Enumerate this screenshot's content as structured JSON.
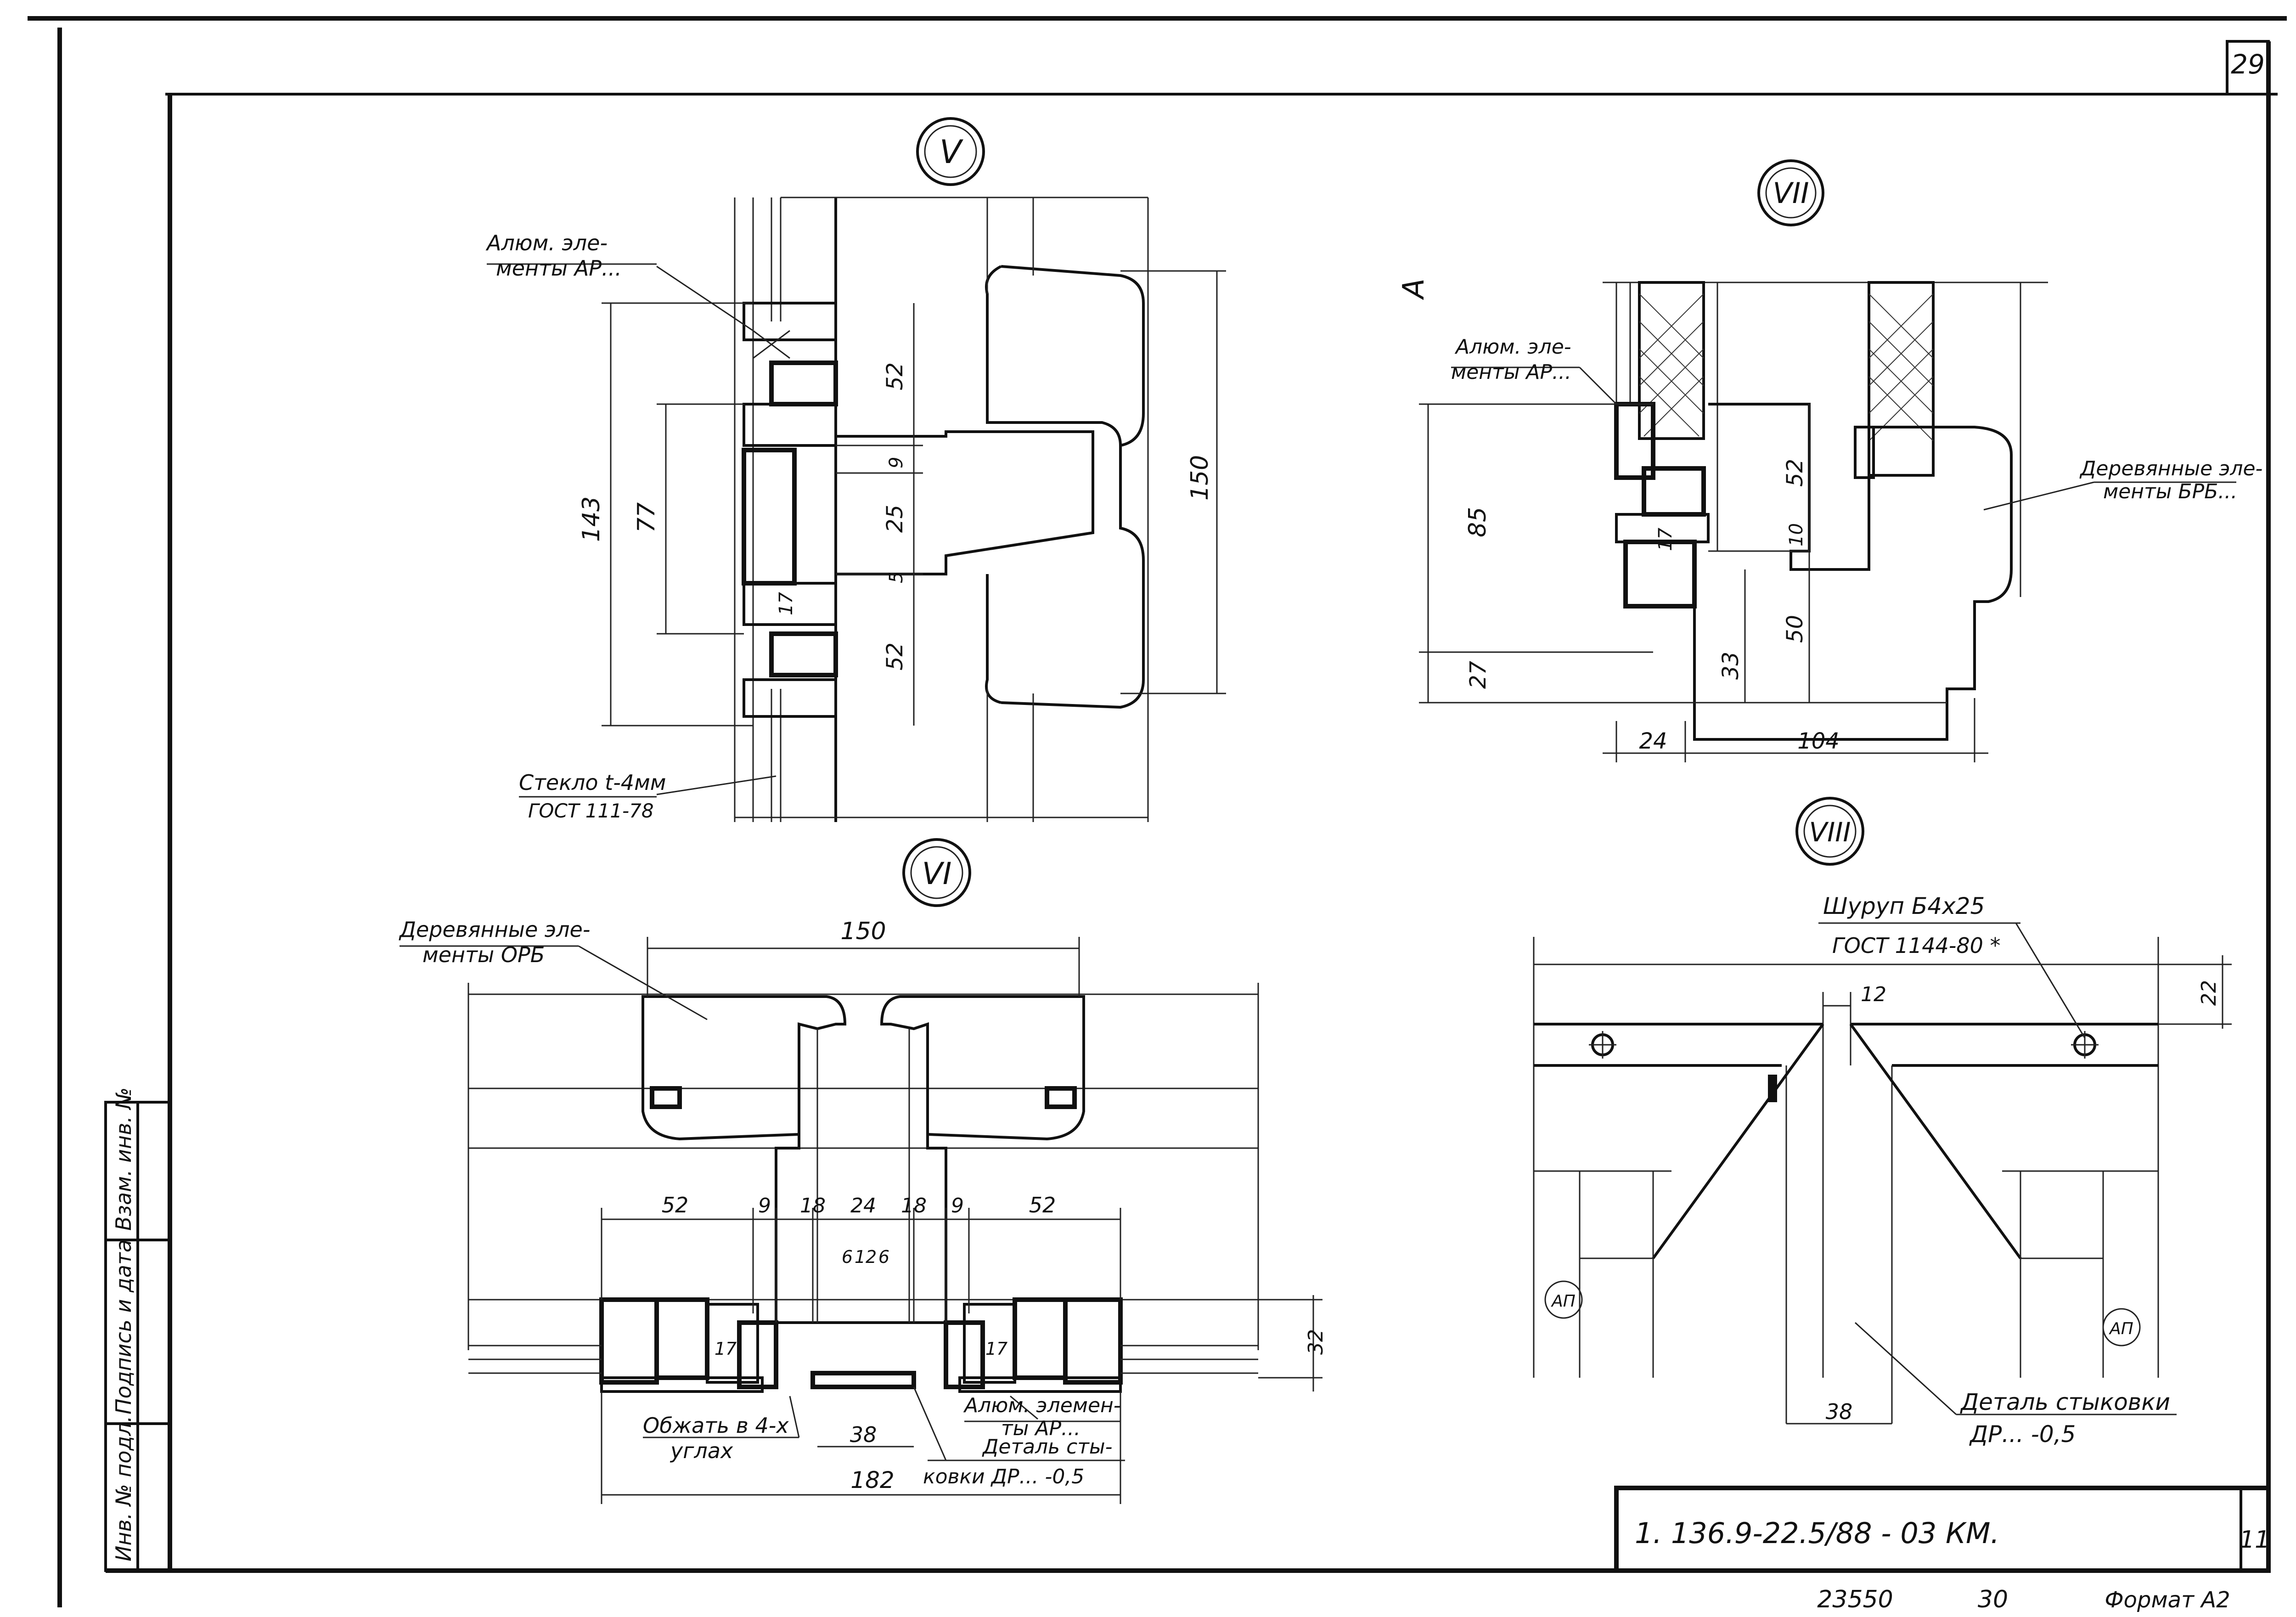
{
  "sheet": {
    "page_number": "29",
    "stamp_code": "1. 136.9-22.5/88 - 03 КМ.",
    "stamp_sheet": "11",
    "bottom_numbers": [
      "23550",
      "30"
    ],
    "bottom_format": "Формат А2",
    "margin_boxes": [
      "Взам. инв. №",
      "Подпись и дата",
      "Инв. № подл."
    ]
  },
  "views": {
    "v5": {
      "mark": "V",
      "label_alu": [
        "Алюм. эле-",
        "менты АР..."
      ],
      "label_glass": [
        "Стекло t-4мм",
        "ГОСТ 111-78"
      ],
      "dims": [
        "52",
        "9",
        "25",
        "5",
        "52",
        "143",
        "77",
        "150",
        "17"
      ]
    },
    "v6": {
      "mark": "VI",
      "label_wood": [
        "Деревянные эле-",
        "менты ОРБ"
      ],
      "label_corner": [
        "Обжать в 4-х",
        "углах"
      ],
      "label_alu": [
        "Алюм. элемен-",
        "ты АР..."
      ],
      "label_joint": [
        "Деталь сты-",
        "ковки ДР... -0,5"
      ],
      "dims_top": [
        "52",
        "9",
        "18",
        "24",
        "18",
        "9",
        "52"
      ],
      "dims_small": [
        "6",
        "12",
        "6"
      ],
      "dims": [
        "150",
        "32",
        "17",
        "17",
        "38",
        "182"
      ]
    },
    "v7": {
      "mark": "VII",
      "section_letter": "А",
      "label_alu": [
        "Алюм. эле-",
        "менты АР..."
      ],
      "label_wood": [
        "Деревянные эле-",
        "менты БРБ..."
      ],
      "dims": [
        "85",
        "27",
        "52",
        "10",
        "50",
        "33",
        "17",
        "24",
        "104"
      ]
    },
    "v8": {
      "mark": "VIII",
      "label_screw": [
        "Шуруп Б4х25",
        "ГОСТ 1144-80 *"
      ],
      "label_joint": [
        "Деталь стыковки",
        "ДР... -0,5"
      ],
      "dims": [
        "12",
        "22",
        "38"
      ],
      "item_marks": [
        "АП",
        "АП"
      ]
    }
  }
}
